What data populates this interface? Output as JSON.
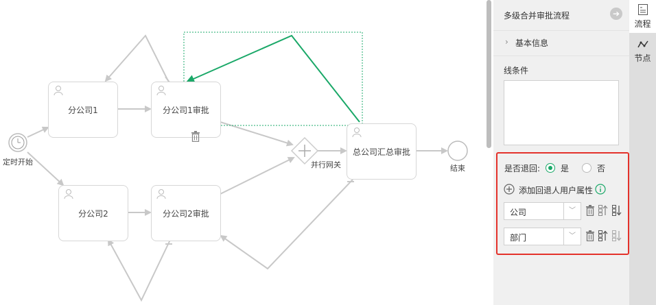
{
  "diagram": {
    "start_label": "定时开始",
    "end_label": "结束",
    "gateway_label": "并行网关",
    "nodes": {
      "b1": "分公司1",
      "b1a": "分公司1审批",
      "b2": "分公司2",
      "b2a": "分公司2审批",
      "hq": "总公司汇总审批"
    }
  },
  "panel": {
    "title": "多级合并审批流程",
    "basic_info": "基本信息",
    "condition_label": "线条件",
    "condition_value": "",
    "rollback_label": "是否退回:",
    "yes": "是",
    "no": "否",
    "rollback_selected": "yes",
    "add_attr": "添加回退人用户属性",
    "attrs": [
      "公司",
      "部门"
    ]
  },
  "rightbar": {
    "tab_flow": "流程",
    "tab_node": "节点"
  },
  "colors": {
    "accent": "#1aa868",
    "highlight_border": "#e4312a",
    "selected_edge": "#1aa868"
  }
}
